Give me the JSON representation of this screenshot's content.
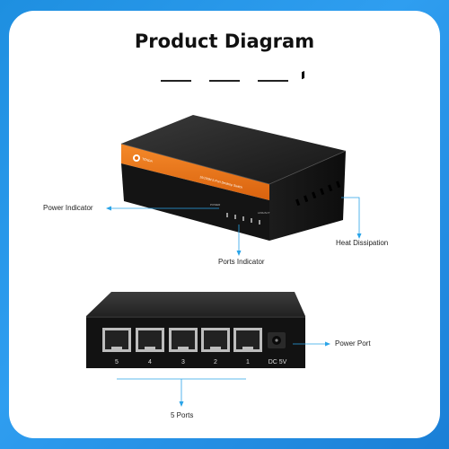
{
  "title": "Product Diagram",
  "labels": {
    "power_indicator": "Power Indicator",
    "ports_indicator": "Ports Indicator",
    "heat_dissipation": "Heat Dissipation",
    "power_port": "Power Port",
    "five_ports": "5 Ports"
  },
  "switch_front": {
    "brand": "TENDA",
    "model_strip": "10/100M 5-Port Desktop Switch",
    "power_text": "POWER",
    "link_text": "LINK/ACT"
  },
  "switch_back": {
    "port_numbers": [
      "5",
      "4",
      "3",
      "2",
      "1"
    ],
    "dc_label": "DC 5V"
  },
  "colors": {
    "background": "#2196f3",
    "accent_orange": "#f07a1a",
    "callout_blue": "#2aa4e8",
    "device_black": "#1a1a1a"
  }
}
